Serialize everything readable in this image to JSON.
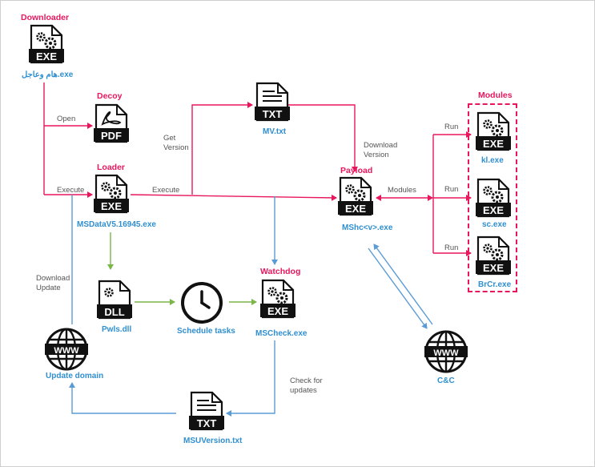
{
  "roles": {
    "downloader": "Downloader",
    "decoy": "Decoy",
    "loader": "Loader",
    "payload": "Payload",
    "watchdog": "Watchdog",
    "modules": "Modules"
  },
  "files": {
    "downloader_exe": "هام وعاجل.exe",
    "mv_txt": "MV.txt",
    "loader_exe": "MSDataV5.16945.exe",
    "payload_exe": "MShc<v>.exe",
    "pwls_dll": "Pwls.dll",
    "mscheck_exe": "MSCheck.exe",
    "msuversion_txt": "MSUVersion.txt",
    "kl_exe": "kl.exe",
    "sc_exe": "sc.exe",
    "brcr_exe": "BrCr.exe",
    "update_domain": "Update domain",
    "schedule_tasks": "Schedule tasks",
    "cnc": "C&C"
  },
  "edges": {
    "open": "Open",
    "execute_left": "Execute",
    "execute_mid": "Execute",
    "get_version_1": "Get",
    "get_version_2": "Version",
    "download_version_1": "Download",
    "download_version_2": "Version",
    "modules": "Modules",
    "run_1": "Run",
    "run_2": "Run",
    "run_3": "Run",
    "download_update_1": "Download",
    "download_update_2": "Update",
    "check_updates_1": "Check for",
    "check_updates_2": "updates"
  },
  "icons": {
    "exe": "EXE",
    "pdf": "PDF",
    "txt": "TXT",
    "dll": "DLL",
    "www": "WWW"
  },
  "colors": {
    "pink": "#e8175d",
    "blue": "#2f8fd0",
    "green": "#7ab648",
    "line_blue": "#5b9bd5"
  }
}
